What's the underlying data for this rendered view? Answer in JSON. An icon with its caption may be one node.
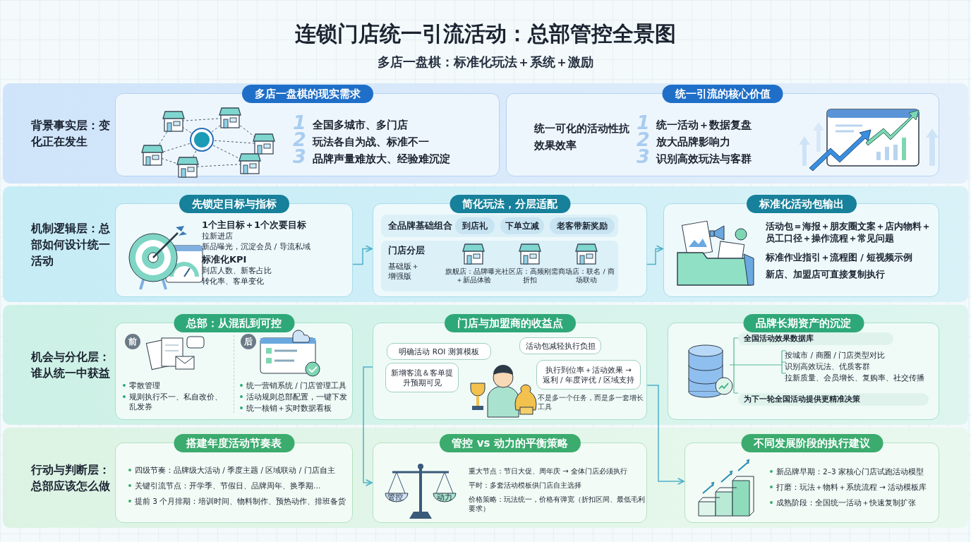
{
  "diagram": {
    "title": "连锁门店统一引流活动：总部管控全景图",
    "nodes": [
      {
        "text": [
          "背景事实层：变化正在发生"
        ]
      },
      {
        "text": [
          "多店一盘棋的现实需求",
          "1",
          "全国多城市、多门店",
          "2",
          "玩法各自为战、标准不一",
          "3",
          "品牌声量难放大、经验难沉淀"
        ],
        "in": 0
      },
      {
        "text": [
          "统一引流的核心价值",
          "统一可化的活动性抗效果效率",
          "1",
          "统一活动＋数据复盘",
          "2",
          "放大品牌影响力",
          "3",
          "识别高效玩法与客群"
        ],
        "in": 0
      },
      {
        "text": [
          "机制逻辑层：总部如何设计统一活动"
        ]
      },
      {
        "text": [
          "先锁定目标与指标",
          "1个主目标＋1个次要目标",
          "拉新进店",
          "新品曝光，沉淀会员 / 导流私域",
          "标准化KPI",
          "到店人数、新客占比",
          "转化率、客单变化"
        ],
        "in": 3
      },
      {
        "text": [
          "简化玩法，分层适配"
        ],
        "in": 3
      },
      {
        "text": [
          "全品牌基础组合"
        ],
        "in": 5
      },
      {
        "text": [
          "到店礼"
        ],
        "in": 6
      },
      {
        "text": [
          "下单立减"
        ],
        "in": 6
      },
      {
        "text": [
          "老客带新奖励"
        ],
        "in": 6
      },
      {
        "text": [
          "门店分层",
          "基础版＋增强版",
          "旗舰店：品牌曝光＋新品体验",
          "社区店：高频刚需折扣",
          "商场店：联名 / 商场联动"
        ],
        "in": 5
      },
      {
        "text": [
          "标准化活动包输出",
          "活动包＝海报＋朋友圈文案＋店内物料＋员工口径＋操作流程＋常见问题",
          "标准作业指引＋流程图 / 短视频示例",
          "新店、加盟店可直接复制执行"
        ],
        "in": 3
      },
      {
        "text": [
          "机会与分化层：谁从统一中获益"
        ]
      },
      {
        "text": [
          "总部：从混乱到可控",
          "前",
          "零散管理",
          "规则执行不一、私自改价、乱发券",
          "后",
          "统一营销系统 / 门店管理工具",
          "活动规则总部配置，一键下发",
          "统一核销＋实时数据看板"
        ],
        "in": 12
      },
      {
        "text": [
          "门店与加盟商的收益点",
          "不是多一个任务，而是多一套增长工具"
        ],
        "in": 12
      },
      {
        "text": [
          "明确活动 ROI 测算模板"
        ],
        "in": 14
      },
      {
        "text": [
          "新增客流＆客单提升预期可见"
        ],
        "in": 14
      },
      {
        "text": [
          "活动包减轻执行负担"
        ],
        "in": 14
      },
      {
        "text": [
          "执行到位率＋活动效果 → 返利 / 年度评优 / 区域支持"
        ],
        "in": 14
      },
      {
        "text": [
          "品牌长期资产的沉淀",
          "全国活动效果数据库",
          "按城市 / 商圈 / 门店类型对比",
          "识别高效玩法、优质客群",
          "拉新质量、会员增长、复购率、社交传播",
          "为下一轮全国活动提供更精准决策"
        ],
        "in": 12
      },
      {
        "text": [
          "行动与判断层：总部应该怎么做"
        ]
      },
      {
        "text": [
          "搭建年度活动节奏表",
          "四级节奏：品牌级大活动 / 季度主题 / 区域联动 / 门店自主",
          "关键引流节点：开学季、节假日、品牌周年、换季期…",
          "提前 3 个月排期：培训时间、物料制作、预热动作、排班备货"
        ],
        "in": 20
      },
      {
        "text": [
          "管控 vs 动力的平衡策略",
          "管控",
          "动力",
          "重大节点：节日大促、周年庆 → 全体门店必须执行",
          "平时：多套活动模板供门店自主选择",
          "价格策略：玩法统一，价格有弹宽（折扣区间、最低毛利要求）"
        ],
        "in": 20
      },
      {
        "text": [
          "不同发展阶段的执行建议",
          "新品牌早期：2–3 家核心门店试跑活动模型",
          "打磨：玩法＋物料＋系统流程 → 活动模板库",
          "成熟阶段：全国统一活动＋快速复制扩张"
        ],
        "in": 20
      }
    ],
    "edges": [
      {
        "from": 4,
        "to": 5,
        "arrow": "to"
      },
      {
        "from": 5,
        "to": 11,
        "arrow": "to"
      },
      {
        "from": 14,
        "to": 22,
        "arrow": "to"
      },
      {
        "from": 14,
        "to": 23,
        "arrow": "to"
      }
    ],
    "labels": [
      "多店一盘棋：标准化玩法＋系统＋激励"
    ]
  }
}
